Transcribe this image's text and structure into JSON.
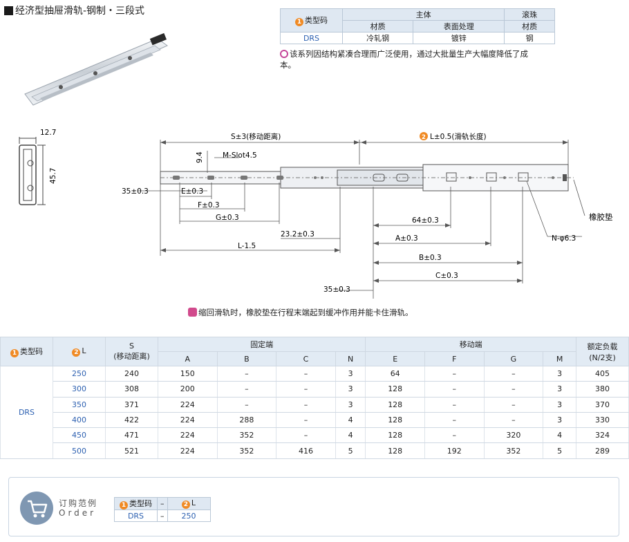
{
  "title": "经济型抽屉滑轨-钢制・三段式",
  "spec_table": {
    "type_header": "类型码",
    "type_marker": "1",
    "body_header": "主体",
    "ball_header": "滚珠",
    "material_label": "材质",
    "surface_label": "表面处理",
    "ball_material_label": "材质",
    "type_value": "DRS",
    "body_material": "冷轧钢",
    "surface_value": "镀锌",
    "ball_material": "钢"
  },
  "note1": "该系列因结构紧凑合理而广泛使用，通过大批量生产大幅度降低了成本。",
  "note2": "缩回滑轨时，橡胶垫在行程末端起到缓冲作用并能卡住滑轨。",
  "drawing": {
    "dim_127": "12.7",
    "dim_457": "45.7",
    "s_label": "S±3(移动距离)",
    "l_label": "L±0.5(滑轨长度)",
    "l_marker": "2",
    "dim_94": "9.4",
    "mslot": "M-Slot4.5",
    "d35a": "35±0.3",
    "e": "E±0.3",
    "f": "F±0.3",
    "g": "G±0.3",
    "d232": "23.2±0.3",
    "l15": "L-1.5",
    "d64": "64±0.3",
    "a": "A±0.3",
    "b": "B±0.3",
    "c": "C±0.3",
    "d35b": "35±0.3",
    "rubber": "橡胶垫",
    "hole": "N-φ6.3"
  },
  "main_table": {
    "headers": {
      "type": "类型码",
      "type_marker": "1",
      "l": "L",
      "l_marker": "2",
      "s": "S",
      "s_sub": "(移动距离)",
      "fixed": "固定端",
      "moving": "移动端",
      "load": "额定负载",
      "load_sub": "(N/2支)",
      "cols": [
        "A",
        "B",
        "C",
        "N",
        "E",
        "F",
        "G",
        "M"
      ]
    },
    "type_value": "DRS",
    "rows": [
      {
        "L": "250",
        "S": "240",
        "A": "150",
        "B": "–",
        "C": "–",
        "N": "3",
        "E": "64",
        "F": "–",
        "G": "–",
        "M": "3",
        "load": "405"
      },
      {
        "L": "300",
        "S": "308",
        "A": "200",
        "B": "–",
        "C": "–",
        "N": "3",
        "E": "128",
        "F": "–",
        "G": "–",
        "M": "3",
        "load": "380"
      },
      {
        "L": "350",
        "S": "371",
        "A": "224",
        "B": "–",
        "C": "–",
        "N": "3",
        "E": "128",
        "F": "–",
        "G": "–",
        "M": "3",
        "load": "370"
      },
      {
        "L": "400",
        "S": "422",
        "A": "224",
        "B": "288",
        "C": "–",
        "N": "4",
        "E": "128",
        "F": "–",
        "G": "–",
        "M": "3",
        "load": "330"
      },
      {
        "L": "450",
        "S": "471",
        "A": "224",
        "B": "352",
        "C": "–",
        "N": "4",
        "E": "128",
        "F": "–",
        "G": "320",
        "M": "4",
        "load": "324"
      },
      {
        "L": "500",
        "S": "521",
        "A": "224",
        "B": "352",
        "C": "416",
        "N": "5",
        "E": "128",
        "F": "192",
        "G": "352",
        "M": "5",
        "load": "289"
      }
    ]
  },
  "order": {
    "title": "订购范例",
    "subtitle": "Order",
    "type_header": "类型码",
    "type_marker": "1",
    "sep": "–",
    "l_header": "L",
    "l_marker": "2",
    "type_value": "DRS",
    "l_value": "250"
  },
  "colors": {
    "header_bg": "#dfe8f2",
    "marker_orange": "#f08a24",
    "link_blue": "#2b5fb0",
    "note_magenta": "#c5479a"
  }
}
